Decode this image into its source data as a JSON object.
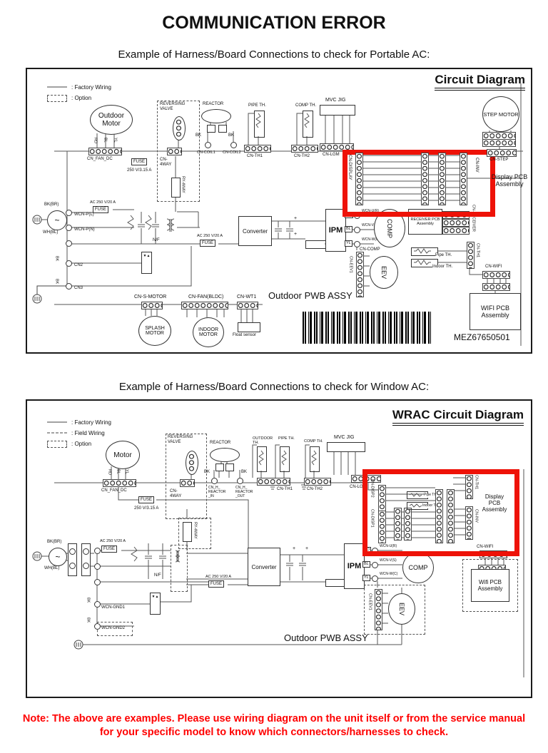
{
  "page": {
    "title": "COMMUNICATION ERROR",
    "highlight_color": "#ee1208",
    "note": {
      "color": "#ff0000",
      "line1": "Note: The above are examples. Please use wiring diagram on the unit itself or from the service manual",
      "line2": "for your specific model to know which connectors/harnesses to check."
    },
    "icons": {
      "ac_wave": "~",
      "diode": "▼▲",
      "plus": "+"
    }
  },
  "portable": {
    "caption": "Example of Harness/Board Connections to check for Portable AC:",
    "title": "Circuit Diagram",
    "legend": {
      "factory": ": Factory Wiring",
      "option": ": Option"
    },
    "part_number": "MEZ67650501",
    "labels": {
      "outdoor_motor": "Outdoor Motor",
      "rd": "RD",
      "bl": "BL",
      "yl": "YL",
      "bk": "BK",
      "cn_fan_dc": "CN_FAN_DC",
      "fuse": "FUSE",
      "fuse_315": "250 V/3.15 A",
      "ac_rating": "AC 250 V/20 A",
      "reversing_valve": "REVERSING VALVE",
      "cn_4way": "CN-4WAY",
      "ry_4way": "RY-4WAY",
      "reactor": "REACTOR",
      "cn_coil1": "CN-COIL1",
      "cn_coil2": "CN-COIL2",
      "pipe_th": "PIPE TH.",
      "cn_th1": "CN-TH1",
      "comp_th": "COMP TH.",
      "cn_th2": "CN-TH2",
      "mvc_jig": "MVC JIG",
      "cn_lgm": "CN-LGM",
      "step_motor": "STEP MOTOR",
      "cn_step": "CN-STEP",
      "cn_display": "CN-DISPLAY",
      "cn_inv": "CN-INV",
      "display_pcb": "Display PCB Assembly",
      "bk_br": "BK(BR)",
      "wh_bl": "WH(BL)",
      "wcn_pl": "WCN-P(L)",
      "wcn_pn": "WCN-P(N)",
      "cn2": "CN2",
      "cn3": "CN3",
      "nf": "N/F",
      "converter": "Converter",
      "ipm": "IPM",
      "wcn_ur": "WCN-U(R)",
      "wcn_vs": "WCN-V(S)",
      "wcn_wc": "WCN-W(C)",
      "comp": "COMP",
      "cn_comp": "CN-COMP",
      "receiver_pcb": "RECEIVER PCB Assembly",
      "cn_receiver": "CN-RECEIVER",
      "cn_eev1": "CN-EEV1",
      "eev": "EEV",
      "pipe_th_small": "Pipe TH.",
      "indoor_th_small": "Indoor TH.",
      "cn_wifi": "CN-WIFI",
      "wifi_pcb": "WIFI PCB Assembly",
      "cn_s_motor": "CN-S-MOTOR",
      "splash_motor": "SPLASH MOTOR",
      "cn_fan_bldc": "CN-FAN(BLDC)",
      "indoor_motor": "INDOOR MOTOR",
      "cn_wt1": "CN-WT1",
      "float_sensor": "Float sensor",
      "outdoor_pwb": "Outdoor PWB ASSY"
    }
  },
  "window": {
    "caption": "Example of Harness/Board Connections to check for Window AC:",
    "title": "WRAC Circuit Diagram",
    "legend": {
      "factory": ": Factory Wiring",
      "field": ": Field Wiring",
      "option": ": Option"
    },
    "labels": {
      "motor": "Motor",
      "rd": "RD",
      "bl": "BL",
      "yl": "YL",
      "bk": "BK",
      "cn_fan_dc": "CN_FAN_DC",
      "fuse": "FUSE",
      "fuse_315": "250 V/3.15 A",
      "ac_rating": "AC 250 V/20 A",
      "reversing_valve": "REVERSING VALVE",
      "cn_4way": "CN-4WAY",
      "ry_4way": "RY-4WAY",
      "reactor": "REACTOR",
      "cn_h_reactor_in": "CN_H_ REACTOR _IN",
      "cn_h_reactor_out": "CN_H_ REACTOR _OUT",
      "outdoor_th": "OUTDOOR TH.",
      "pipe_th": "PIPE TH.",
      "comp_th": "COMP TH.",
      "mvc_jig": "MVC JIG",
      "cn_th1": "CN-TH1",
      "cn_th2": "CN-TH2",
      "cn_lgm": "CN-LGM",
      "cn_disp2": "CN-DISP2",
      "cn_disp1": "CN-DISP1",
      "pipe_th_small": "Pipe TH.",
      "indoor_th_small": "Indoor TH.",
      "cn_th1_right": "CN-TH1",
      "cn_inv": "CN-INV",
      "display_pcb": "Display PCB Assembly",
      "bk_br": "BK(BR)",
      "wh_bl": "WH(BL)",
      "nf": "N/F",
      "wcn_gnd1": "WCN-GND1",
      "wcn_gnd2": "WCN-GND2",
      "converter": "Converter",
      "ipm": "IPM",
      "wcn_ur": "WCN-U(R)",
      "wcn_vs": "WCN-V(S)",
      "wcn_wc": "WCN-W(C)",
      "comp": "COMP",
      "cn_eev1": "CN-EEV1",
      "eev": "EEV",
      "cn_wifi": "CN-WIFI",
      "wifi_pcb": "Wifi PCB Assembly",
      "outdoor_pwb": "Outdoor PWB ASSY"
    }
  }
}
